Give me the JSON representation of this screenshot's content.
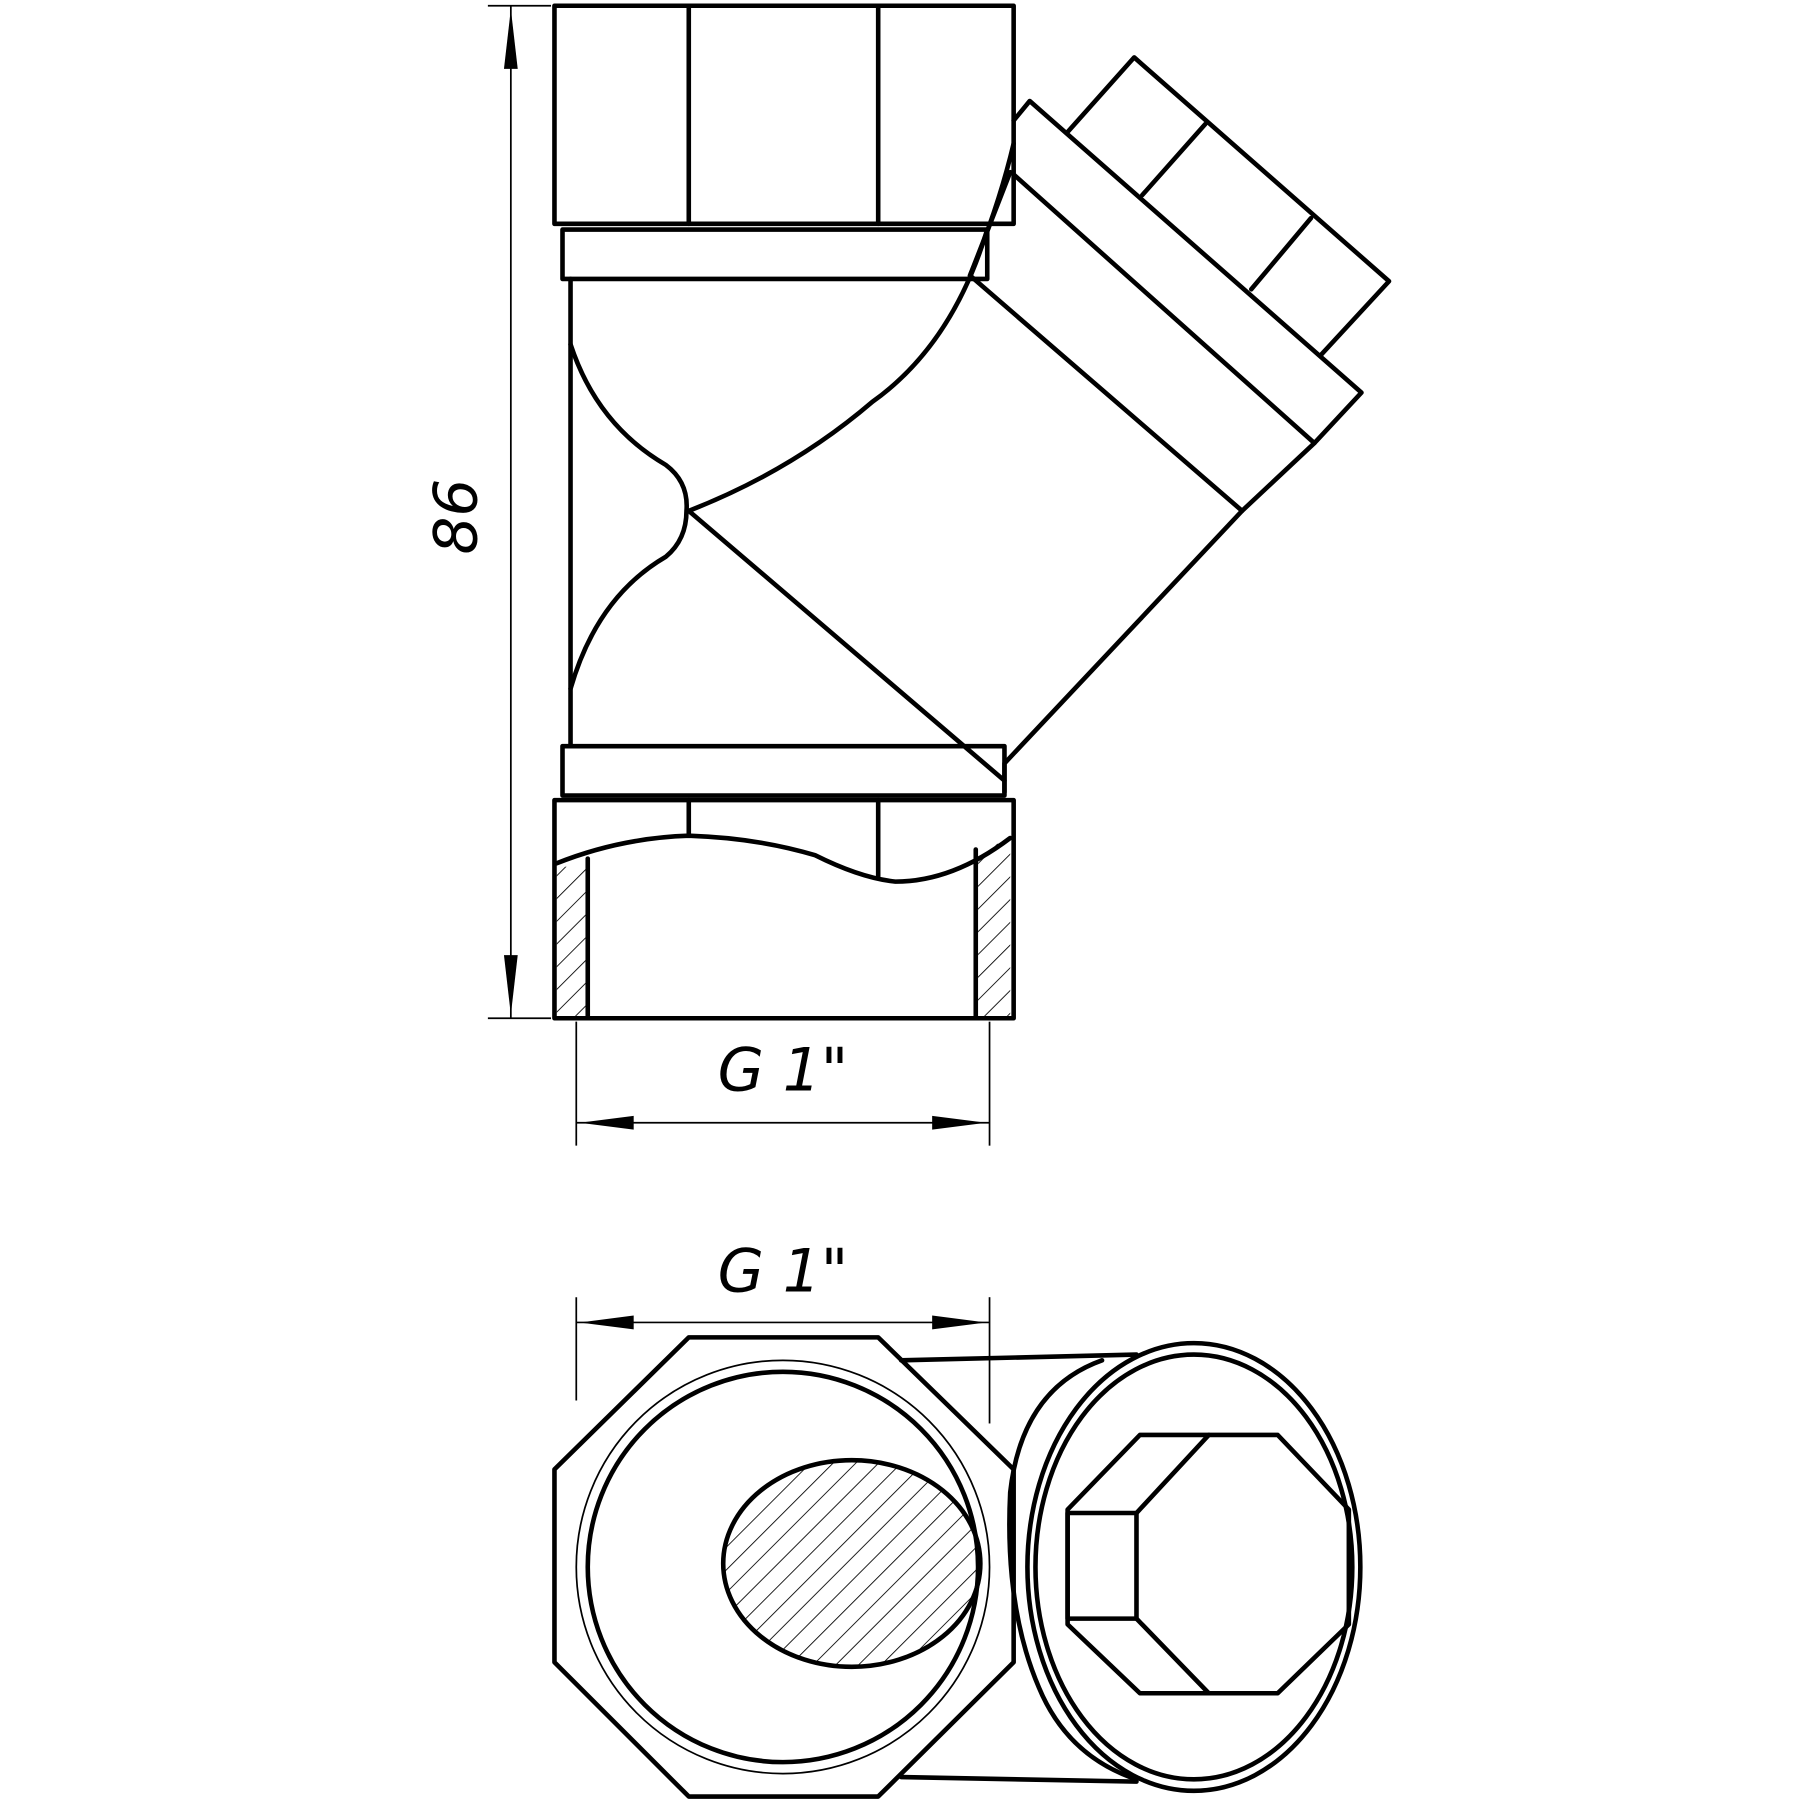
{
  "drawing": {
    "height_dimension": "86",
    "side_view_thread_label": "G 1\"",
    "end_view_thread_label": "G 1\"",
    "colors": {
      "line": "#000000",
      "background": "#ffffff"
    }
  }
}
